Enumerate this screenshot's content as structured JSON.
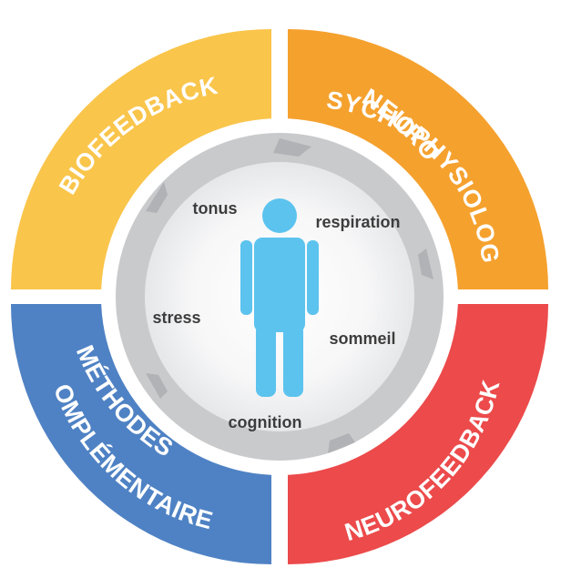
{
  "quadrants": {
    "biofeedback": {
      "label": "BIOFEEDBACK",
      "color": "#f9c54b"
    },
    "neuropsy": {
      "line1": "NEURO",
      "line2": "PSYCHOPHYSIOLOGIE",
      "color": "#f5a12e"
    },
    "neurofeedback": {
      "label": "NEUROFEEDBACK",
      "color": "#ec4a4b"
    },
    "methodes": {
      "line1": "MÉTHODES",
      "line2": "COMPLÉMENTAIRES",
      "color": "#4f82c4"
    }
  },
  "center": {
    "labels": {
      "tonus": "tonus",
      "respiration": "respiration",
      "stress": "stress",
      "sommeil": "sommeil",
      "cognition": "cognition"
    },
    "figure_color": "#5cc3ee",
    "ring_color": "#c9cacc"
  }
}
